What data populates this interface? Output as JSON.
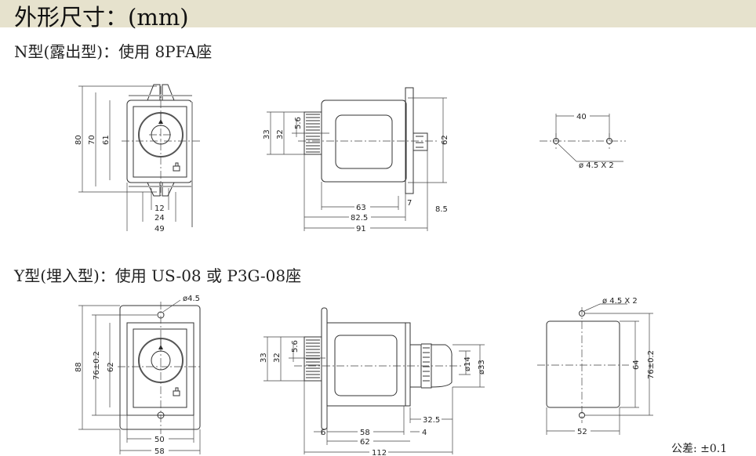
{
  "title": "外形尺寸：(mm)",
  "n_type": {
    "heading": "N型(露出型)：使用 8PFA座",
    "front": {
      "h80": "80",
      "h70": "70",
      "h61": "61",
      "w12": "12",
      "w24": "24",
      "w49": "49"
    },
    "side": {
      "d33": "33",
      "d32": "32",
      "d5_6": "5.6",
      "h62": "62",
      "l63": "63",
      "l7": "7",
      "l8_5": "8.5",
      "l82_5": "82.5",
      "l91": "91"
    },
    "hole": {
      "pitch": "40",
      "hole_note": "ø 4.5 X 2"
    }
  },
  "y_type": {
    "heading": "Y型(埋入型)：使用 US-08 或 P3G-08座",
    "front": {
      "hole": "ø4.5",
      "h88": "88",
      "h76": "76±0.2",
      "h62": "62",
      "w50": "50",
      "w58": "58"
    },
    "side": {
      "d33": "33",
      "d32": "32",
      "d5_6": "5.6",
      "d14": "ø14",
      "dd33": "ø33",
      "l32_5": "32.5",
      "l6": "6",
      "l58": "58",
      "l4": "4",
      "l62": "62",
      "l112": "112"
    },
    "cutout": {
      "hole_note": "ø 4.5 X 2",
      "h64": "64",
      "h76": "76±0.2",
      "w52": "52"
    }
  },
  "tolerance": "公差: ±0.1"
}
